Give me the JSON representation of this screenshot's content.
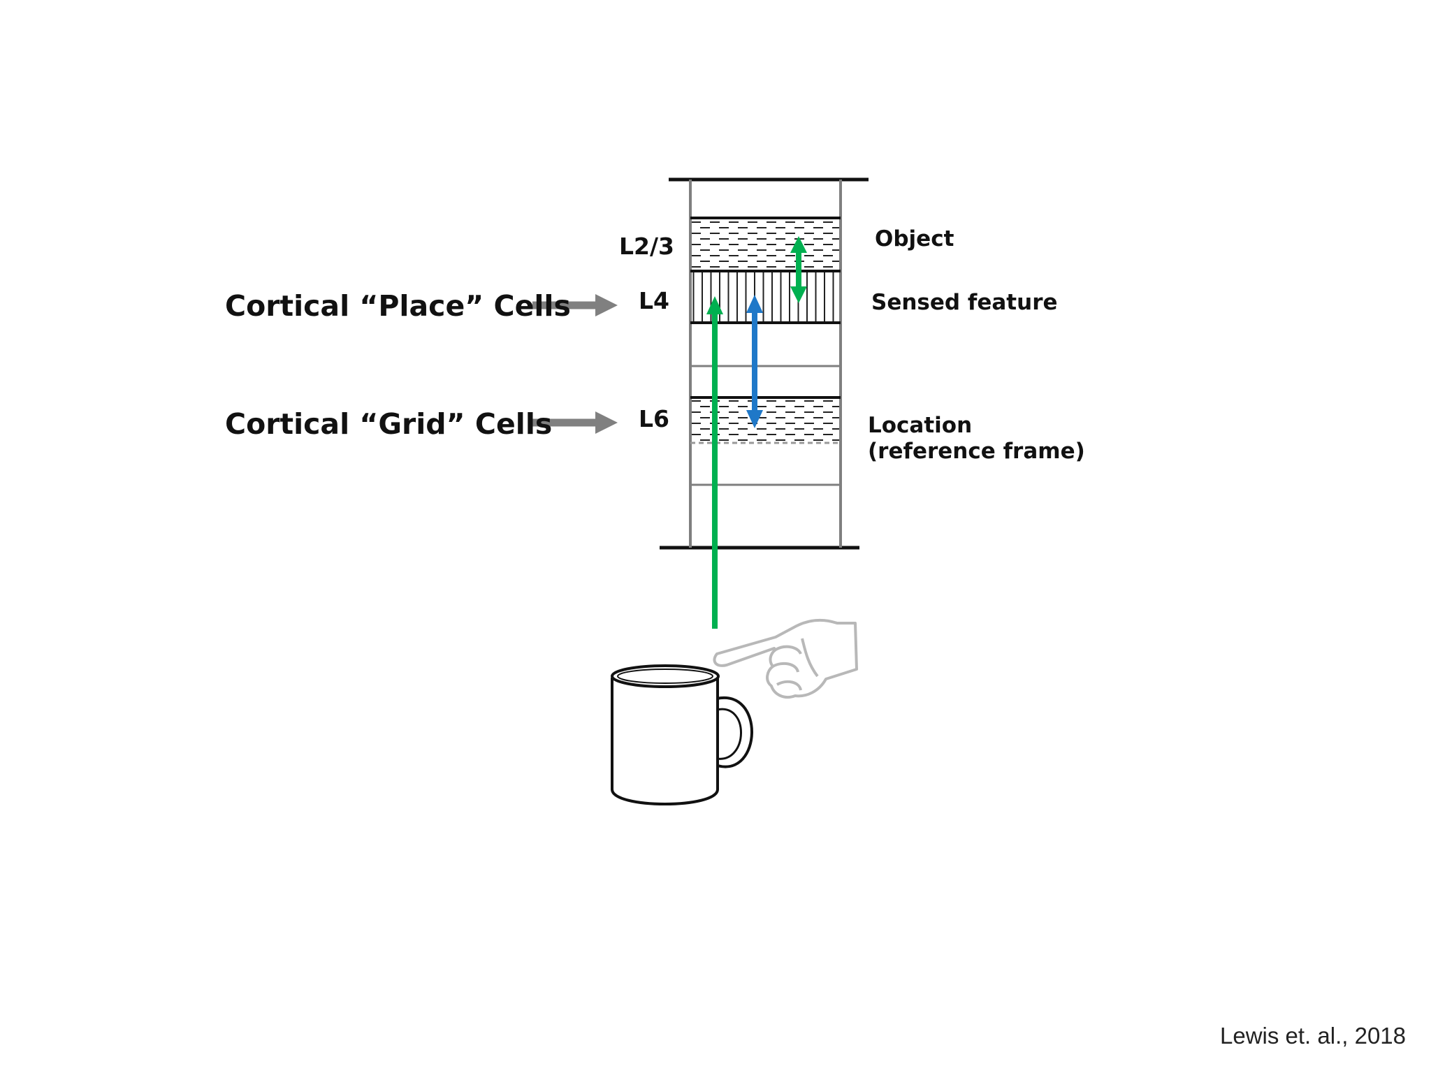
{
  "layers": {
    "l23": "L2/3",
    "l4": "L4",
    "l6": "L6"
  },
  "right_labels": {
    "object": "Object",
    "sensed_feature": "Sensed feature",
    "location_line1": "Location",
    "location_line2": "(reference frame)"
  },
  "left_labels": {
    "place_cells": "Cortical “Place” Cells",
    "grid_cells": "Cortical “Grid” Cells"
  },
  "citation": "Lewis et. al., 2018",
  "colors": {
    "green_arrow": "#00b050",
    "blue_arrow": "#1f78c8",
    "gray_arrow": "#808080",
    "column_wall": "#7f7f7f"
  },
  "icons": {
    "mug": "coffee-mug-icon",
    "hand": "pointing-hand-icon"
  }
}
